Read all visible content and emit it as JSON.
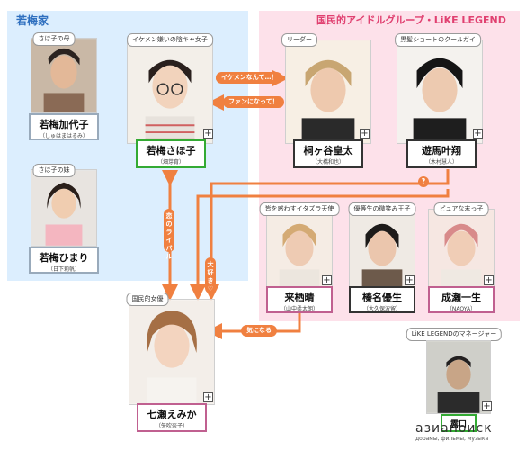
{
  "groups": {
    "family": "若梅家",
    "idol": "国民的アイドルグループ・LiKE LEGEND"
  },
  "characters": {
    "kayoko": {
      "role": "さほ子の母",
      "name": "若梅加代子",
      "actor": "（しゅはまはるみ）"
    },
    "himari": {
      "role": "さほ子の妹",
      "name": "若梅ひまり",
      "actor": "（日下莉帆）"
    },
    "sahoko": {
      "role": "イケメン嫌いの陰キャ女子",
      "name": "若梅さほ子",
      "actor": "（畑芽育）"
    },
    "kotaro": {
      "role": "リーダー",
      "name": "桐ヶ谷皇太",
      "actor": "（大橋和也）"
    },
    "kakeru": {
      "role": "黒髪ショートのクールガイ",
      "name": "遊馬叶翔",
      "actor": "（木村慧人）"
    },
    "kurusu": {
      "role": "皆を惑わすイタズラ天使",
      "name": "来栖晴",
      "actor": "（山中柔太朗）"
    },
    "haruna": {
      "role": "優等生の微笑み王子",
      "name": "榛名優生",
      "actor": "（大久保波留）"
    },
    "naruse": {
      "role": "ピュアな末っ子",
      "name": "成瀬一生",
      "actor": "（NAOYA）"
    },
    "emika": {
      "role": "国民的女優",
      "name": "七瀬えみか",
      "actor": "（矢吹奈子）"
    },
    "manager": {
      "role": "LiKE LEGENDのマネージャー",
      "name": "露口",
      "actor": ""
    }
  },
  "relations": {
    "ikemen": "イケメンなんて…！",
    "fan": "ファンになって！",
    "rival": "恋のライバル",
    "daisuki": "大好き♡",
    "kininaru": "気になる",
    "question": "?"
  },
  "watermark": {
    "line1": "азиапоиск",
    "line2": "дорамы, фильмы, музыка"
  },
  "colors": {
    "accent": "#f08040",
    "family_bg": "#dceefe",
    "idol_bg": "#fde1ea",
    "idol_title": "#e04070",
    "family_title": "#2e6fbf"
  },
  "icons": [
    "plus-icon",
    "arrow-icon"
  ]
}
